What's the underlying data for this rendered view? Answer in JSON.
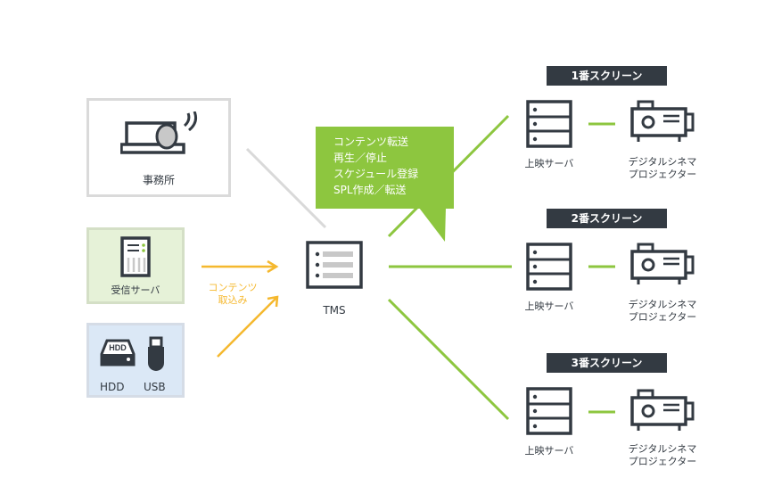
{
  "office": {
    "label": "事務所"
  },
  "receive_server": {
    "label": "受信サーバ"
  },
  "media": {
    "hdd": "HDD",
    "usb": "USB",
    "hdd_icon_text": "HDD"
  },
  "ingest": {
    "line1": "コンテンツ",
    "line2": "取込み"
  },
  "tms": {
    "label": "TMS"
  },
  "callout": {
    "lines": [
      "コンテンツ転送",
      "再生／停止",
      "スケジュール登録",
      "SPL作成／転送"
    ]
  },
  "screens": [
    {
      "title": "1番スクリーン",
      "server": "上映サーバ",
      "projector_l1": "デジタルシネマ",
      "projector_l2": "プロジェクター"
    },
    {
      "title": "2番スクリーン",
      "server": "上映サーバ",
      "projector_l1": "デジタルシネマ",
      "projector_l2": "プロジェクター"
    },
    {
      "title": "3番スクリーン",
      "server": "上映サーバ",
      "projector_l1": "デジタルシネマ",
      "projector_l2": "プロジェクター"
    }
  ],
  "colors": {
    "green": "#8dc63f",
    "orange": "#f5b82e",
    "dark": "#333a42",
    "gray_line": "#d9d9d9"
  }
}
